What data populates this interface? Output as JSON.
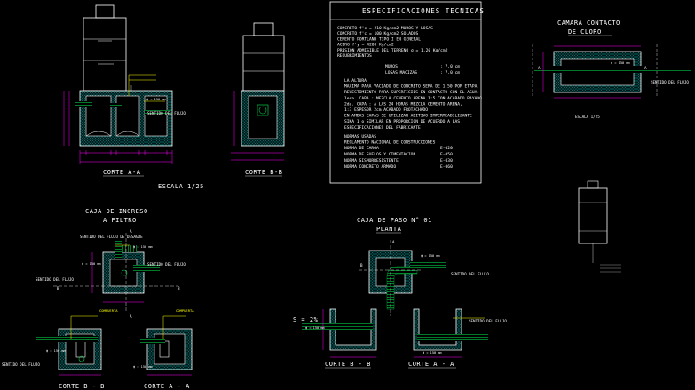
{
  "specs": {
    "heading": "ESPECIFICACIONES TECNICAS",
    "materials": [
      "CONCRETO   f'c = 210 Kg/cm2 MUROS Y LOSAS",
      "CONCRETO   f'c = 100 Kg/cm2 SOLADOS",
      "CEMENTO    PORTLAND TIPO I EN GENERAL",
      "ACERO      f'y = 4200 Kg/cm2",
      "PRESION ADMISIBLE DEL TERRENO  σ = 1.20 Kg/cm2",
      "RECUBRIMIENTOS"
    ],
    "covers": [
      {
        "label": "MUROS",
        "value": ": 7.0 cm"
      },
      {
        "label": "LOSAS MACIZAS",
        "value": ": 7.0 cm"
      }
    ],
    "notes": [
      "LA ALTURA",
      "MAXIMA PARA VACIADO DE CONCRETO SERA DE 1.50 POR ETAPA",
      "REVESTIMIENTO PARA SUPERFICIES EN CONTACTO CON EL AGUA:",
      "1era. CAPA : MEZCLA CEMENTO ARENA 1:5 CON ACABADO RAYADO",
      "2da. CAPA : A LAS 24 HORAS MEZCLA CEMENTO ARENA,",
      "1:3 ESPESOR 2cm ACABADO FROTACHADO",
      "EN AMBAS CAPAS SE UTILIZAN ADITIVO IMPERMEABILIZANTE",
      "SIKA 1 o SIMILAR EN PROPORCION DE ACUERDO A LAS",
      "ESPECIFICACIONES DEL FABRICANTE"
    ],
    "norms_heading": [
      "NORMAS USADAS",
      "REGLAMENTO NACIONAL DE CONSTRUCCIONES"
    ],
    "norms": [
      {
        "name": "NORMA DE CARGA",
        "code": "E-020"
      },
      {
        "name": "NORMA DE SUELOS Y CIMENTACION",
        "code": "E-050"
      },
      {
        "name": "NORMA SISMORRESISTENTE",
        "code": "E-030"
      },
      {
        "name": "NORMA CONCRETO ARMADO",
        "code": "E-060"
      }
    ]
  },
  "titles": {
    "corte_aa_top": "CORTE A-A",
    "corte_bb_top": "CORTE B-B",
    "escala_top": "ESCALA 1/25",
    "camara_line1": "CAMARA CONTACTO",
    "camara_line2": "DE CLORO",
    "camara_escala": "ESCALA 1/25",
    "caja_ingreso_line1": "CAJA DE INGRESO",
    "caja_ingreso_line2": "A FILTRO",
    "caja_paso_line1": "CAJA DE PASO N° 01",
    "caja_paso_line2": "PLANTA",
    "corte_bb_bl": "CORTE B - B",
    "corte_aa_bl": "CORTE A - A",
    "corte_bb_bm": "CORTE B - B",
    "corte_aa_bm": "CORTE A - A"
  },
  "labels": {
    "sentido_flujo": "SENTIDO DEL FLUJO",
    "sentido_flujo_2": "SENTIDO DEL FLUJO",
    "sentido_flujo_3": "SENTIDO DEL FLUJO",
    "sentido_flujo_4": "SENTIDO DEL FLUJO",
    "sentido_flujo_5": "SENTIDO DEL FLUJO",
    "sentido_flujo_6": "SENTIDO DEL FLUJO",
    "sentido_flujo_7": "SENTIDO DEL FLUJO",
    "sentido_flujo_8": "SENTIDO DEL FLUJO",
    "sentido_flujo_9": "SENTIDO DEL FLUJO",
    "sentido_desague": "SENTIDO DEL FLUJO DE DESAGUE",
    "compuerta_1": "COMPUERTA",
    "compuerta_2": "COMPUERTA",
    "pipe_150": "ϕ = 150 mm",
    "pipe_150b": "ϕ = 150 mm",
    "pipe_150c": "ϕ = 150 mm",
    "pipe_150d": "ϕ = 150 mm",
    "pipe_150e": "ϕ = 150 mm",
    "pipe_150f": "ϕ = 150 mm",
    "pipe_150g": "ϕ = 150 mm",
    "pipe_150h": "ϕ = 150 mm",
    "pipe_150i": "ϕ = 150 mm",
    "slope": "S = 2%",
    "sec_a": "A",
    "sec_b": "B"
  },
  "colors": {
    "background": "#000000",
    "concrete_outline": "#ffffff",
    "concrete_fill": "#00ffff",
    "pipes": "#00cc44",
    "dimensions": "#ff00ff",
    "annotations": "#ffff00",
    "text": "#ffffff"
  }
}
